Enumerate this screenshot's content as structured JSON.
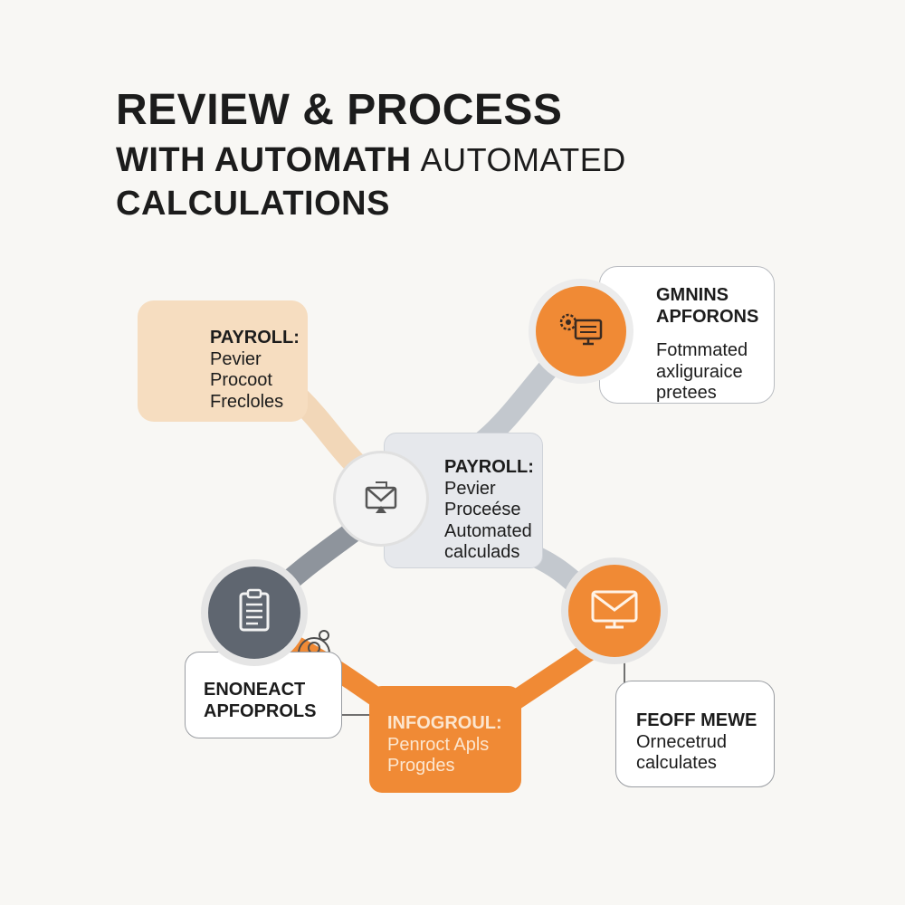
{
  "title": {
    "line1": "REVIEW & PROCESS",
    "line2_bold": "WITH AUTOMATH",
    "line2_light": "AUTOMATED",
    "line3": "CALCULATIONS"
  },
  "cards": {
    "payroll_top": {
      "head": "PAYROLL:",
      "lines": [
        "Pevier",
        "Procoot",
        "Frecloles"
      ]
    },
    "center": {
      "head": "PAYROLL:",
      "lines": [
        "Pevier",
        "Proceése",
        "Automated",
        "calculads"
      ]
    },
    "gmnins": {
      "head_lines": [
        "GMNINS",
        "APFORONS"
      ],
      "lines": [
        "Fotmmated",
        "axliguraice",
        "pretees"
      ]
    },
    "enoneact": {
      "head_lines": [
        "ENONEACT",
        "APFOPROLS"
      ]
    },
    "infogroul": {
      "head": "INFOGROUL:",
      "lines": [
        "Penroct Apls",
        "Progdes"
      ]
    },
    "feoff": {
      "head": "FEOFF MEWE",
      "lines": [
        "Ornecetrud",
        "calculates"
      ]
    }
  },
  "icons": {
    "payroll_top": "person-target-icon",
    "center": "envelope-badge-icon",
    "top_right": "gear-monitor-icon",
    "left": "clipboard-document-icon",
    "bottom_right": "monitor-envelope-icon"
  },
  "colors": {
    "orange": "#f08a35",
    "peach": "#f6ddc0",
    "slate": "#5f6670",
    "light_gray": "#e6e8ec",
    "connector_gray": "#8e949c"
  }
}
